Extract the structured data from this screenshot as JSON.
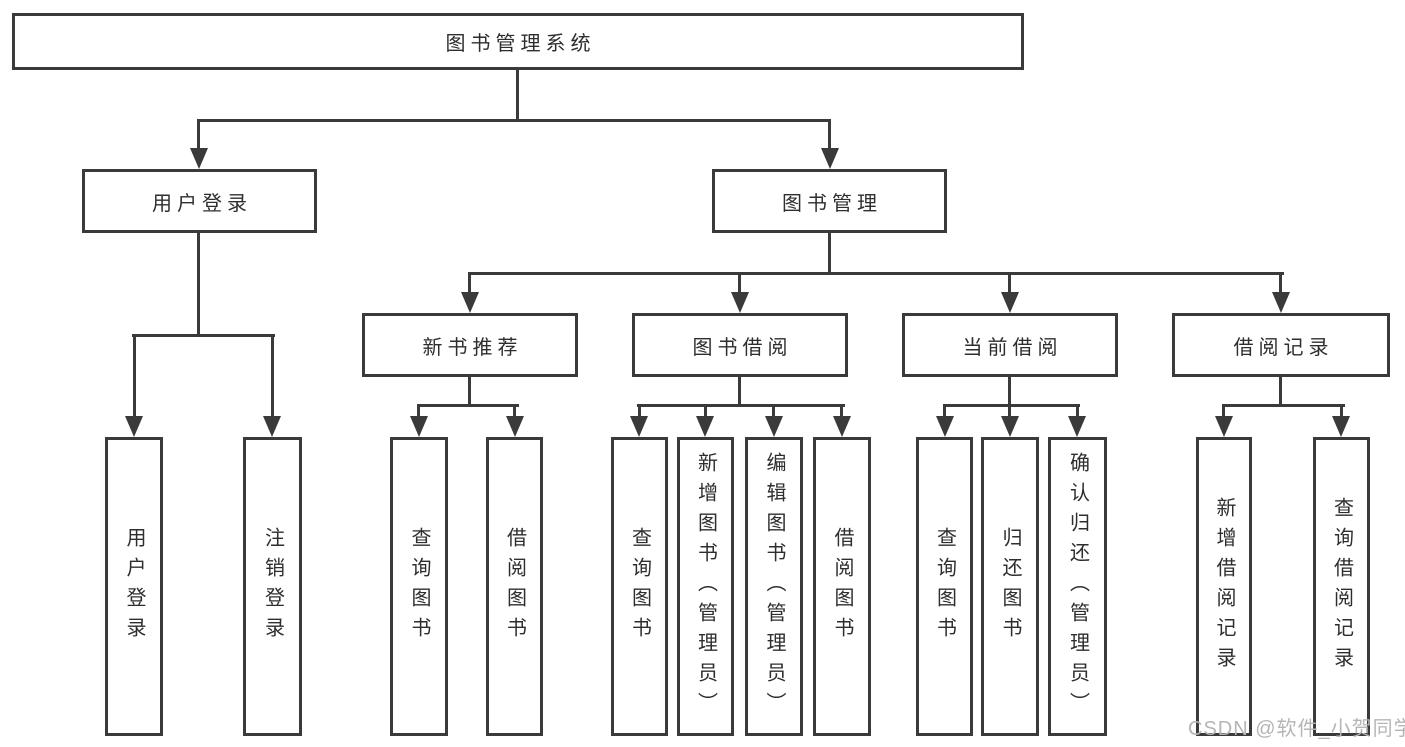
{
  "diagram": {
    "type": "hierarchy-tree",
    "orientation": "top-down"
  },
  "colors": {
    "line": "#3a3a3a",
    "box_border": "#3a3a3a",
    "box_fill": "#ffffff",
    "text": "#2e2e2e",
    "watermark": "#b5b5b5",
    "background": "#ffffff"
  },
  "tree": {
    "root": {
      "label": "图书管理系统"
    },
    "branches": [
      {
        "label": "用户登录",
        "children": [
          {
            "label": "用户登录"
          },
          {
            "label": "注销登录"
          }
        ]
      },
      {
        "label": "图书管理",
        "children": [
          {
            "label": "新书推荐",
            "children": [
              {
                "label": "查询图书"
              },
              {
                "label": "借阅图书"
              }
            ]
          },
          {
            "label": "图书借阅",
            "children": [
              {
                "label": "查询图书"
              },
              {
                "label": "新增图书（管理员）"
              },
              {
                "label": "编辑图书（管理员）"
              },
              {
                "label": "借阅图书"
              }
            ]
          },
          {
            "label": "当前借阅",
            "children": [
              {
                "label": "查询图书"
              },
              {
                "label": "归还图书"
              },
              {
                "label": "确认归还（管理员）"
              }
            ]
          },
          {
            "label": "借阅记录",
            "children": [
              {
                "label": "新增借阅记录"
              },
              {
                "label": "查询借阅记录"
              }
            ]
          }
        ]
      }
    ]
  },
  "watermark": {
    "text": "CSDN @软件_小贺同学"
  }
}
